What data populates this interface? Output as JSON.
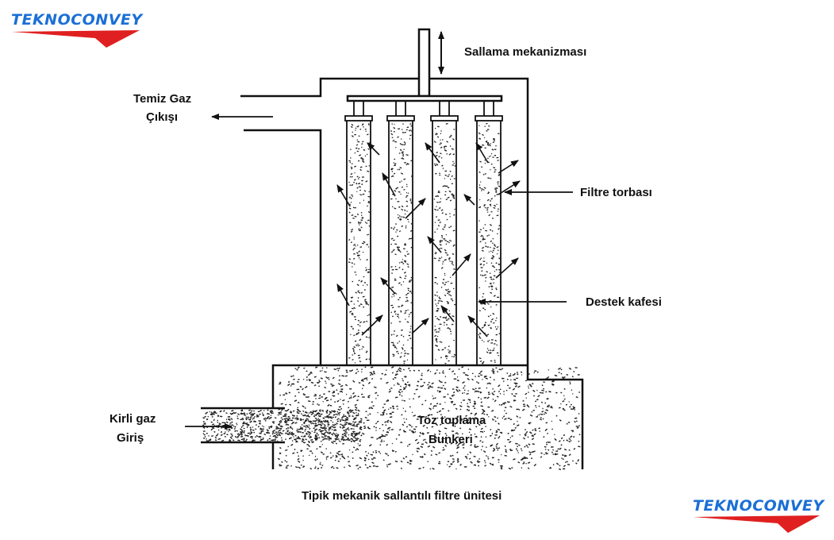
{
  "brand": {
    "logo_text": "TEKNOCONVEY",
    "logo_color": "#1b6fd6",
    "swoosh_color": "#e02020"
  },
  "labels": {
    "shaker": "Sallama mekanizması",
    "clean_gas_line1": "Temiz Gaz",
    "clean_gas_line2": "Çıkışı",
    "filter_bag": "Filtre torbası",
    "support_cage": "Destek kafesi",
    "dirty_gas_line1": "Kirli gaz",
    "dirty_gas_line2": "Giriş",
    "hopper_line1": "Toz toplama",
    "hopper_line2": "Bunkeri",
    "caption": "Tipik mekanik sallantılı filtre ünitesi"
  },
  "diagram": {
    "filter_bag_count": 4
  }
}
